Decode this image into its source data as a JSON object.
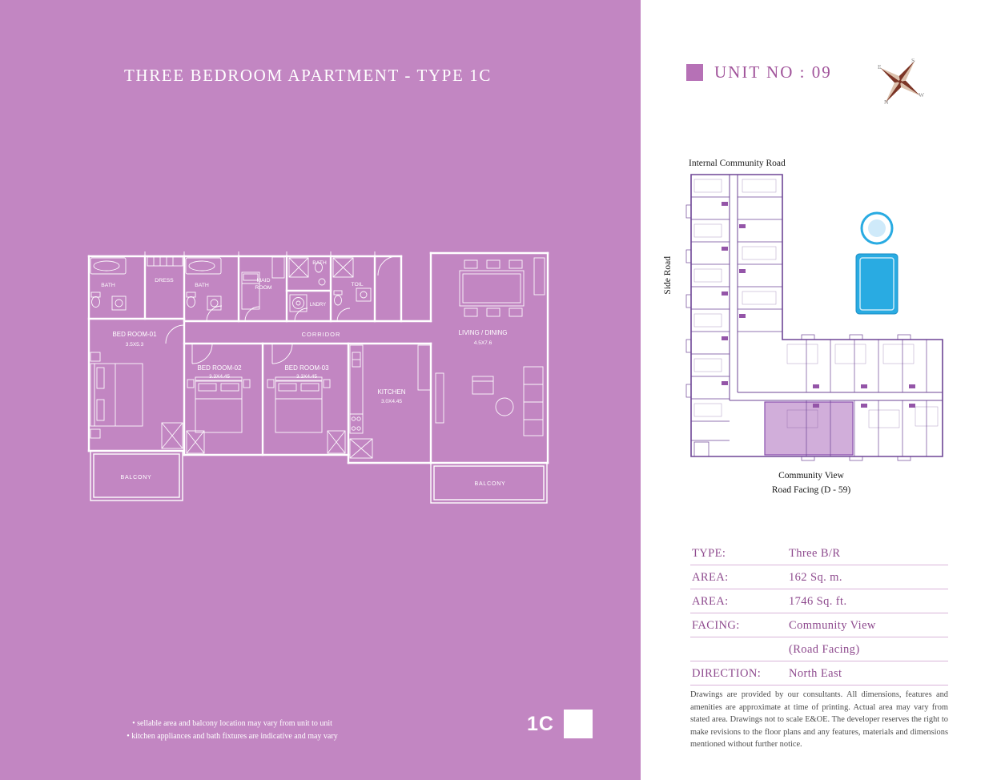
{
  "colors": {
    "panel_purple": "#c286c2",
    "accent_purple": "#a1549b",
    "bullet_purple": "#b671b6",
    "plan_line": "#6e4596",
    "highlight_fill": "#c9a0d4",
    "pool_blue": "#29abe2"
  },
  "left_panel": {
    "title": "THREE BEDROOM APARTMENT - TYPE 1C",
    "type_label": "1C",
    "notes": [
      "• sellable area and balcony location may vary from unit to unit",
      "• kitchen appliances and bath fixtures are indicative and may vary"
    ],
    "floorplan": {
      "bath1": "BATH",
      "dress": "DRESS",
      "bath2": "BATH",
      "maid_line1": "MAID",
      "maid_line2": "ROOM",
      "bath3": "BATH",
      "lndry": "LNDRY",
      "toil": "TOIL",
      "corridor": "CORRIDOR",
      "bed1": "BED ROOM-01",
      "bed1_dims": "3.5X5.3",
      "bed2": "BED ROOM-02",
      "bed2_dims": "3.3X4.45",
      "bed3": "BED ROOM-03",
      "bed3_dims": "3.3X4.45",
      "kitchen": "KITCHEN",
      "kitchen_dims": "3.0X4.45",
      "living": "LIVING / DINING",
      "living_dims": "4.5X7.6",
      "balcony_left": "BALCONY",
      "balcony_right": "BALCONY"
    }
  },
  "right_panel": {
    "unit_title": "UNIT NO : 09",
    "compass": [
      "N",
      "E",
      "S",
      "W"
    ],
    "site_plan": {
      "top_road": "Internal Community Road",
      "side_road": "Side Road",
      "caption_line1": "Community View",
      "caption_line2": "Road Facing (D - 59)"
    },
    "details": [
      {
        "key": "TYPE:",
        "value": "Three B/R"
      },
      {
        "key": "AREA:",
        "value": "162 Sq. m."
      },
      {
        "key": "AREA:",
        "value": "1746 Sq. ft."
      },
      {
        "key": "FACING:",
        "value": "Community View"
      },
      {
        "key": "",
        "value": "(Road Facing)"
      },
      {
        "key": "DIRECTION:",
        "value": "North East"
      }
    ],
    "disclaimer": "Drawings are provided by our consultants. All dimensions, features and amenities are approximate at time of printing. Actual area may vary from stated area. Drawings not to scale E&OE. The developer reserves the right to make revisions to the floor plans and any features, materials and dimensions mentioned without further notice."
  }
}
